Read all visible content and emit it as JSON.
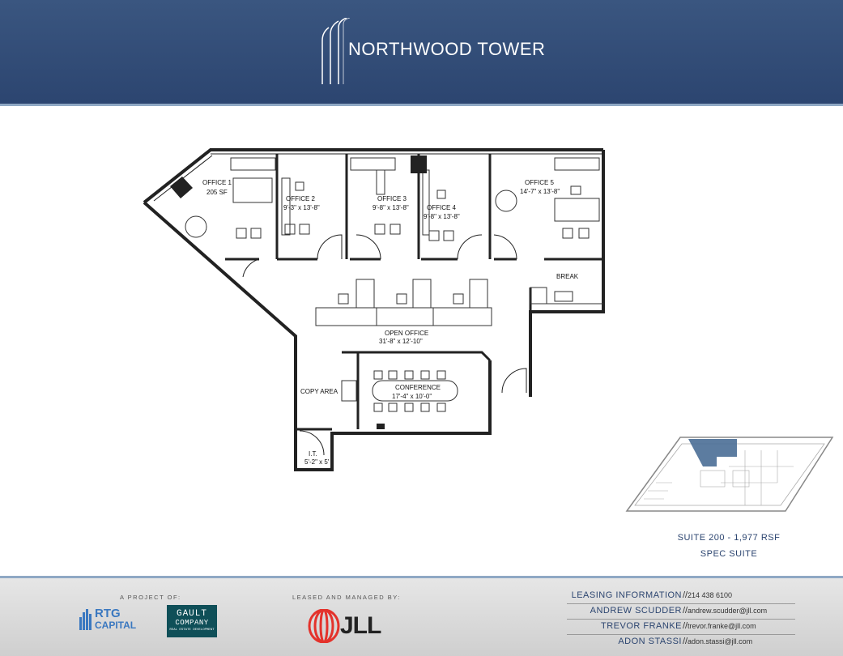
{
  "header": {
    "title": "NORTHWOOD TOWER"
  },
  "floorplan": {
    "rooms": [
      {
        "name": "OFFICE 1",
        "size": "205 SF"
      },
      {
        "name": "OFFICE 2",
        "size": "9'-3\" x 13'-8\""
      },
      {
        "name": "OFFICE 3",
        "size": "9'-8\" x 13'-8\""
      },
      {
        "name": "OFFICE 4",
        "size": "9'-8\" x 13'-8\""
      },
      {
        "name": "OFFICE 5",
        "size": "14'-7\" x 13'-8\""
      },
      {
        "name": "BREAK",
        "size": ""
      },
      {
        "name": "OPEN OFFICE",
        "size": "31'-8\" x 12'-10\""
      },
      {
        "name": "CONFERENCE",
        "size": "17'-4\" x 10'-0\""
      },
      {
        "name": "COPY AREA",
        "size": ""
      },
      {
        "name": "I.T.",
        "size": "5'-2\" x 5'"
      }
    ]
  },
  "suite": {
    "size": "SUITE 200 - 1,977 RSF",
    "type": "SPEC SUITE"
  },
  "footer": {
    "project_label": "A PROJECT OF:",
    "leased_label": "LEASED AND MANAGED BY:",
    "rtg_name": "RTG",
    "rtg_sub": "CAPITAL",
    "gault_name": "GAULT",
    "gault_sub": "COMPANY",
    "gault_tag": "REAL ESTATE DEVELOPMENT",
    "jll": "JLL",
    "contacts": [
      {
        "name": "LEASING INFORMATION",
        "value": "214 438 6100"
      },
      {
        "name": "ANDREW SCUDDER",
        "value": "andrew.scudder@jll.com"
      },
      {
        "name": "TREVOR FRANKE",
        "value": "trevor.franke@jll.com"
      },
      {
        "name": "ADON STASSI",
        "value": "adon.stassi@jll.com"
      }
    ]
  },
  "colors": {
    "header": "#2c4570",
    "accent": "#8fa8c4",
    "highlight": "#4a6e96",
    "rtg": "#3a78c0",
    "gault": "#0f4f58",
    "jll_red": "#e4322b"
  }
}
